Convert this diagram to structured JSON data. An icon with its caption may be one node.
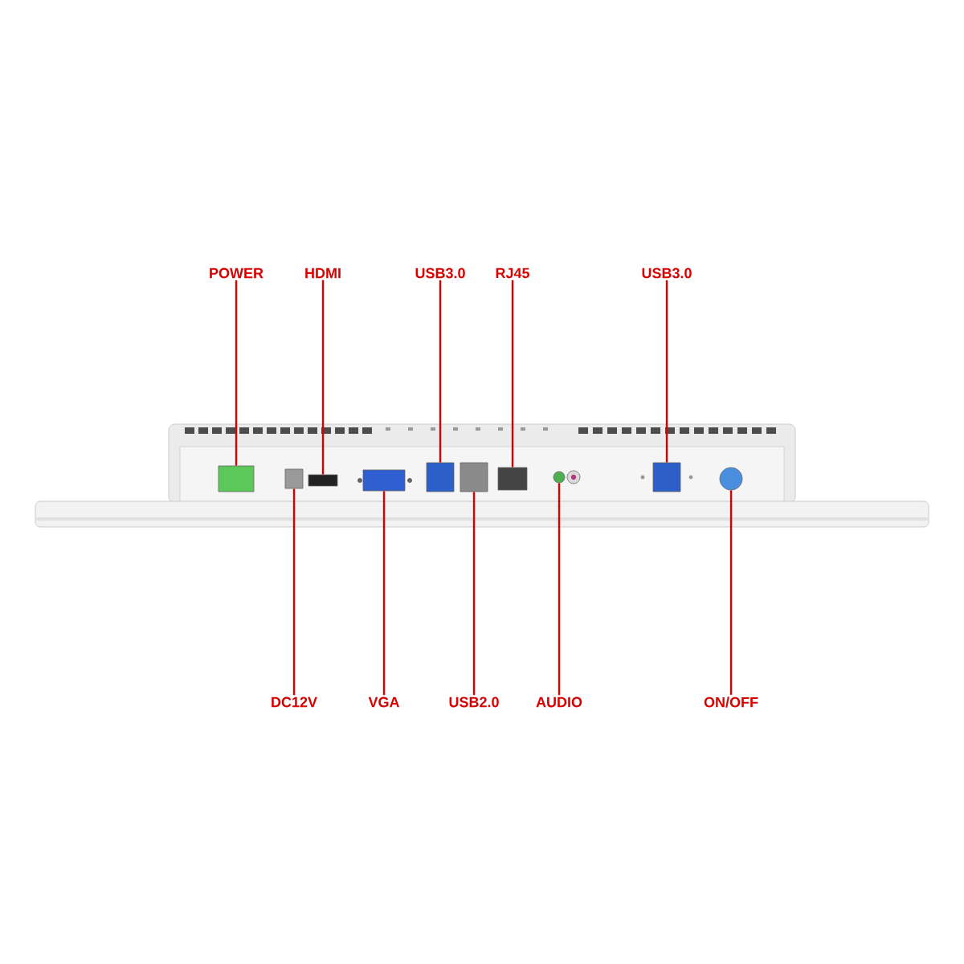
{
  "diagram": {
    "nodes": [
      {
        "text": [
          "POWER"
        ]
      },
      {
        "text": [
          "HDMI"
        ]
      },
      {
        "text": [
          "USB3.0"
        ]
      },
      {
        "text": [
          "RJ45"
        ]
      },
      {
        "text": [
          "USB3.0"
        ]
      },
      {
        "text": [
          "DC12V"
        ]
      },
      {
        "text": [
          "VGA"
        ]
      },
      {
        "text": [
          "USB2.0"
        ]
      },
      {
        "text": [
          "AUDIO"
        ]
      },
      {
        "text": [
          "ON/OFF"
        ]
      },
      {
        "text": [],
        "shape": "box"
      },
      {
        "text": [],
        "shape": "box"
      },
      {
        "text": [],
        "shape": "box"
      },
      {
        "text": [],
        "shape": "box"
      },
      {
        "text": [],
        "shape": "box"
      },
      {
        "text": [],
        "shape": "box"
      },
      {
        "text": [],
        "shape": "box"
      },
      {
        "text": [],
        "shape": "circle"
      },
      {
        "text": [],
        "shape": "box"
      },
      {
        "text": [],
        "shape": "circle"
      }
    ],
    "edges": [
      {
        "from": 0,
        "to": 10,
        "arrow": "none"
      },
      {
        "from": 1,
        "to": 12,
        "arrow": "none"
      },
      {
        "from": 2,
        "to": 14,
        "arrow": "none"
      },
      {
        "from": 3,
        "to": 16,
        "arrow": "none"
      },
      {
        "from": 4,
        "to": 18,
        "arrow": "none"
      },
      {
        "from": 5,
        "to": 11,
        "arrow": "none"
      },
      {
        "from": 6,
        "to": 13,
        "arrow": "none"
      },
      {
        "from": 7,
        "to": 15,
        "arrow": "none"
      },
      {
        "from": 8,
        "to": 17,
        "arrow": "none"
      },
      {
        "from": 9,
        "to": 19,
        "arrow": "none"
      }
    ]
  }
}
